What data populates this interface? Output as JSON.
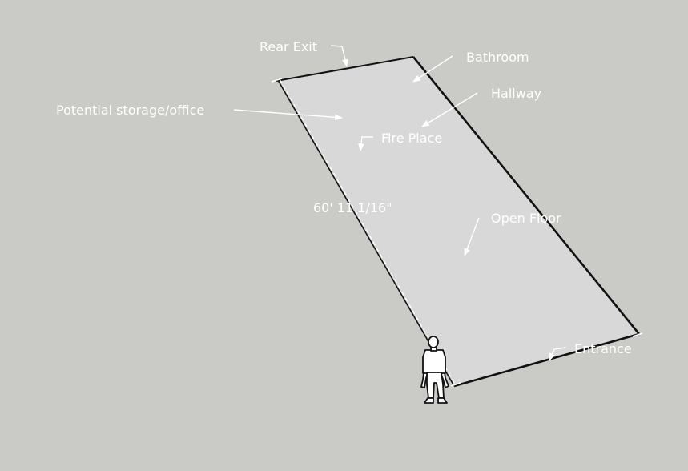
{
  "colors": {
    "background": "#cacac6",
    "floor": "#d8d8d8",
    "edge": "#111111",
    "label": "#ffffff"
  },
  "labels": {
    "rear_exit": "Rear Exit",
    "bathroom": "Bathroom",
    "storage": "Potential storage/office",
    "hallway": "Hallway",
    "fire_place": "Fire Place",
    "dimension": "60' 11 1/16\"",
    "open_floor": "Open Floor",
    "entrance": "Entrance"
  },
  "figure": {
    "icon": "person-silhouette"
  }
}
